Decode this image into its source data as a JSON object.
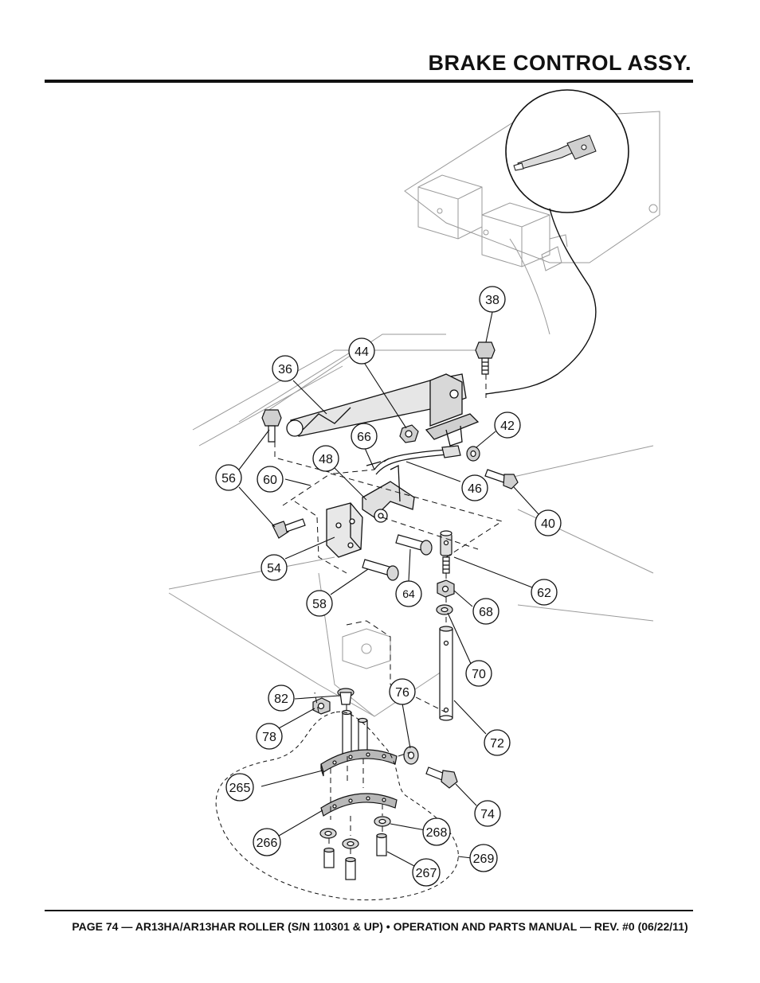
{
  "header": {
    "title": "BRAKE CONTROL ASSY."
  },
  "footer": {
    "text": "PAGE 74 — AR13HA/AR13HAR ROLLER (S/N 110301 & UP) • OPERATION AND PARTS MANUAL — REV. #0 (06/22/11)"
  },
  "callouts": [
    {
      "id": "38",
      "label": "38"
    },
    {
      "id": "36",
      "label": "36"
    },
    {
      "id": "44",
      "label": "44"
    },
    {
      "id": "42",
      "label": "42"
    },
    {
      "id": "66",
      "label": "66"
    },
    {
      "id": "48",
      "label": "48"
    },
    {
      "id": "56",
      "label": "56"
    },
    {
      "id": "60",
      "label": "60"
    },
    {
      "id": "46",
      "label": "46"
    },
    {
      "id": "40",
      "label": "40"
    },
    {
      "id": "54",
      "label": "54"
    },
    {
      "id": "64",
      "label": "64"
    },
    {
      "id": "62",
      "label": "62"
    },
    {
      "id": "58",
      "label": "58"
    },
    {
      "id": "68",
      "label": "68"
    },
    {
      "id": "70",
      "label": "70"
    },
    {
      "id": "82",
      "label": "82"
    },
    {
      "id": "76",
      "label": "76"
    },
    {
      "id": "78",
      "label": "78"
    },
    {
      "id": "72",
      "label": "72"
    },
    {
      "id": "265",
      "label": "265"
    },
    {
      "id": "74",
      "label": "74"
    },
    {
      "id": "266",
      "label": "266"
    },
    {
      "id": "268",
      "label": "268"
    },
    {
      "id": "269",
      "label": "269"
    },
    {
      "id": "267",
      "label": "267"
    }
  ]
}
